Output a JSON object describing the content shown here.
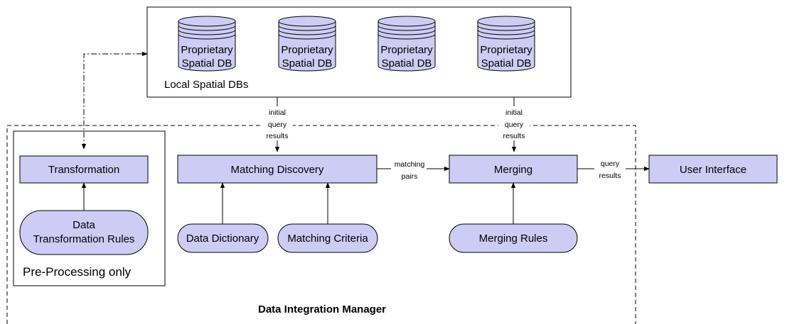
{
  "colors": {
    "node_fill": "#ccccf5",
    "stroke": "#000000",
    "background": "#ffffff"
  },
  "local_dbs": {
    "label": "Local Spatial DBs",
    "db_line1": "Proprietary",
    "db_line2": "Spatial DB",
    "count": 4
  },
  "flows": {
    "initial_line1": "initial",
    "initial_line2": "query",
    "initial_line3": "results",
    "matching_line1": "matching",
    "matching_line2": "pairs",
    "output_line1": "query",
    "output_line2": "results"
  },
  "nodes": {
    "transformation": "Transformation",
    "rules_line1": "Data",
    "rules_line2": "Transformation Rules",
    "matching_discovery": "Matching Discovery",
    "data_dictionary": "Data Dictionary",
    "matching_criteria": "Matching Criteria",
    "merging": "Merging",
    "merging_rules": "Merging Rules",
    "user_interface": "User Interface"
  },
  "groups": {
    "pre_processing": "Pre-Processing only",
    "manager": "Data Integration Manager"
  }
}
